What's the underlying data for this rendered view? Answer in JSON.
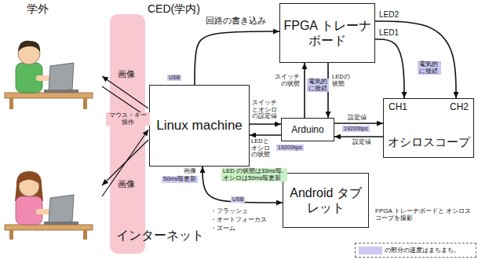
{
  "diagram": {
    "nodes": [
      {
        "text": [
          "FPGA トレーナボード"
        ]
      },
      {
        "text": [
          "インターネット"
        ]
      },
      {
        "text": [
          "Linux machine"
        ]
      },
      {
        "text": [
          "Arduino"
        ]
      },
      {
        "text": [
          "CH1",
          "CH2",
          "オシロスコープ"
        ]
      },
      {
        "text": [
          "Android タブレット"
        ]
      }
    ],
    "edges": [
      {
        "from": 2,
        "to": 0,
        "label": "回路の書き込み",
        "arrow": "to"
      },
      {
        "from": 0,
        "to": 4,
        "label": "LED2",
        "arrow": "to"
      },
      {
        "from": 0,
        "to": 4,
        "label": "LED1",
        "arrow": "to"
      },
      {
        "from": 3,
        "to": 0,
        "label": "スイッチの状態",
        "arrow": "to"
      },
      {
        "from": 0,
        "to": 3,
        "label": "LEDの状態",
        "arrow": "to"
      },
      {
        "from": 3,
        "to": 4,
        "label": "設定値",
        "arrow": "to"
      },
      {
        "from": 4,
        "to": 3,
        "label": "設定値",
        "arrow": "to"
      },
      {
        "from": 2,
        "to": 3,
        "label": "スイッチとオシロの設定値",
        "arrow": "to"
      },
      {
        "from": 3,
        "to": 2,
        "label": "LEDとオシロの状態",
        "arrow": "to"
      },
      {
        "from": 5,
        "to": 2,
        "label": "USB",
        "arrow": "both"
      }
    ],
    "labels": [
      "学外",
      "CED(学内)",
      "USB",
      "電気的に接続",
      "電気的に接続",
      "画像",
      "マウス・キー 操作",
      "画像",
      "19200bps",
      "19200bps",
      "画像",
      "50ms毎更新",
      "LED の状態は33ms毎, オシロは50ms毎更新",
      "・フラッシュ",
      "・オートフォーカス",
      "・ズーム",
      "FPGA トレーナボードと オシロスコープを撮影"
    ],
    "legend": [
      {
        "text": "の部分の速度はまちまち。",
        "color": "#cdc9f3"
      }
    ]
  }
}
